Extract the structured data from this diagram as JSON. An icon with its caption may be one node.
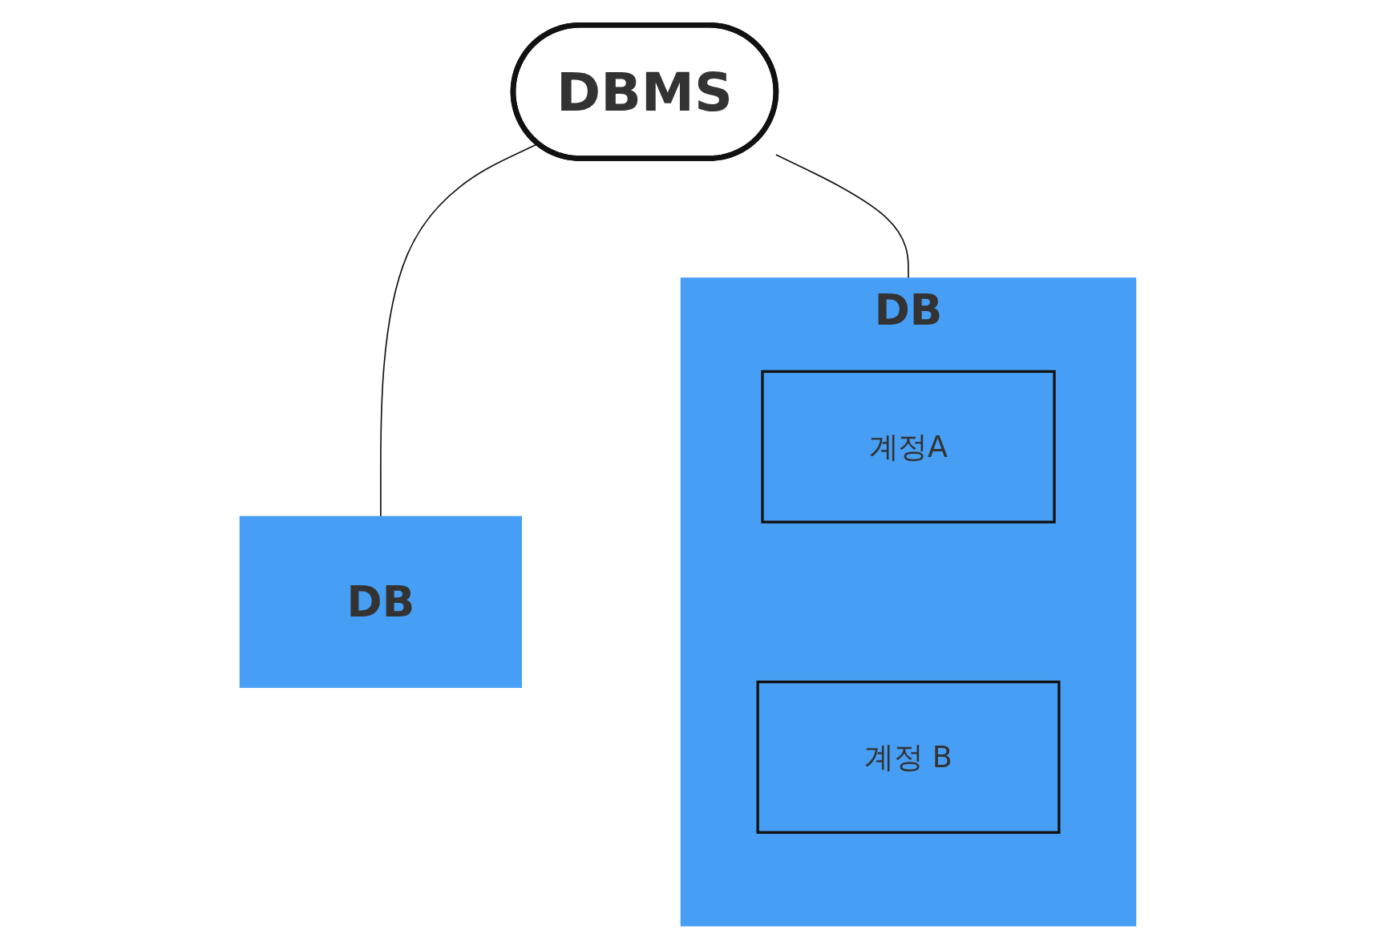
{
  "diagram": {
    "nodes": [
      {
        "text": [
          "DBMS"
        ]
      },
      {
        "text": [
          "DB"
        ]
      },
      {
        "text": [
          "계정A"
        ],
        "in": 1
      },
      {
        "text": [
          "계정 B"
        ],
        "in": 1
      },
      {
        "text": [
          "DB"
        ]
      }
    ],
    "edges": [
      {
        "from": 0,
        "to": 1,
        "arrow": "none"
      },
      {
        "from": 0,
        "to": 4,
        "arrow": "none"
      }
    ]
  }
}
